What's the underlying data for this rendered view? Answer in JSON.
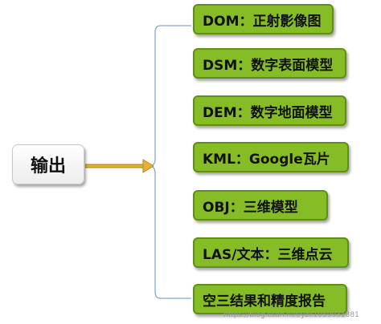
{
  "source": {
    "label": "输出"
  },
  "outputs": [
    {
      "label": "DOM：正射影像图"
    },
    {
      "label": "DSM：数字表面模型"
    },
    {
      "label": "DEM：数字地面模型"
    },
    {
      "label": "KML：Google瓦片"
    },
    {
      "label": "OBJ：三维模型"
    },
    {
      "label": "LAS/文本：三维点云"
    },
    {
      "label": "空三结果和精度报告"
    }
  ],
  "watermark": "https://blog.csdn.net/yzk1059931881",
  "colors": {
    "output_fill": "#86bc26",
    "output_border": "#5f8f14",
    "arrow": "#d9a521",
    "bracket": "#7fa9d0"
  }
}
